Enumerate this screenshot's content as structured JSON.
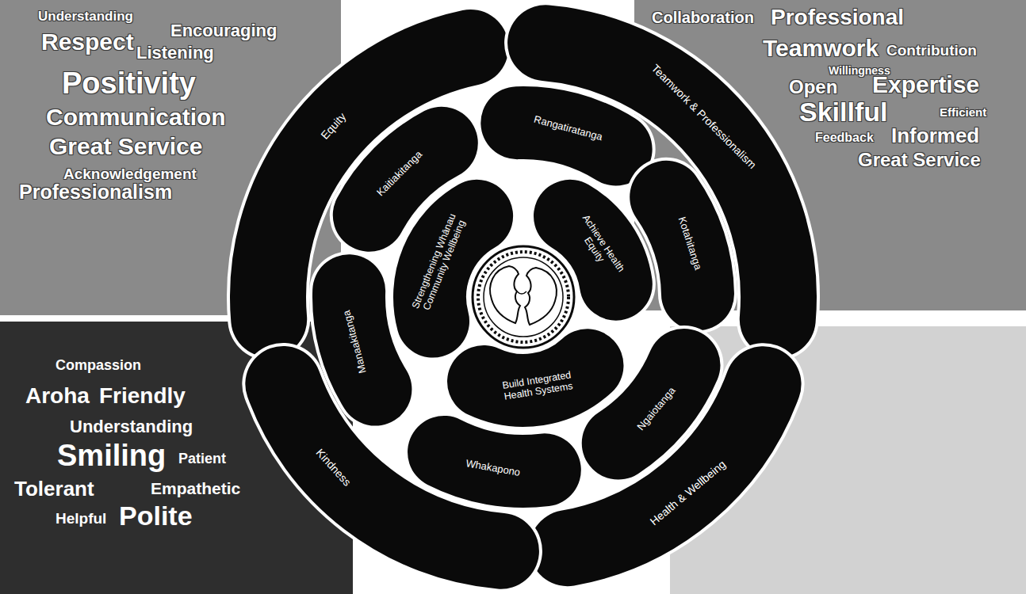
{
  "diagram": {
    "nodes": [
      {
        "text": [
          "Understanding",
          "Encouraging",
          "Respect",
          "Listening",
          "Positivity",
          "Communication",
          "Great Service",
          "Acknowledgement",
          "Professionalism"
        ]
      },
      {
        "text": [
          "Collaboration",
          "Professional",
          "Teamwork",
          "Contribution",
          "Willingness",
          "Open",
          "Expertise",
          "Skillful",
          "Efficient",
          "Feedback",
          "Informed",
          "Great Service"
        ]
      },
      {
        "text": [
          "Equity"
        ]
      },
      {
        "text": [
          "Teamwork & Professionalism"
        ]
      },
      {
        "text": [
          "Kaitiakitanga"
        ]
      },
      {
        "text": [
          "Rangatiratanga"
        ]
      },
      {
        "text": [
          "Strengthening Whānau Community Wellbeing"
        ]
      },
      {
        "text": [
          "Achieve Health Equity"
        ]
      },
      {
        "text": [
          "Kotahitanga"
        ]
      },
      {
        "text": [
          "Manaakitanga"
        ]
      },
      {
        "text": [
          "Build Integrated Health Systems"
        ]
      },
      {
        "text": [
          "Whakapono"
        ]
      },
      {
        "text": [
          "Ngaiotanga"
        ]
      },
      {
        "text": [
          "Kindness"
        ]
      },
      {
        "text": [
          "Health & Wellbeing"
        ]
      },
      {
        "text": [
          "Compassion",
          "Aroha",
          "Friendly",
          "Understanding",
          "Smiling",
          "Patient",
          "Tolerant",
          "Empathetic",
          "Helpful",
          "Polite"
        ]
      }
    ]
  }
}
